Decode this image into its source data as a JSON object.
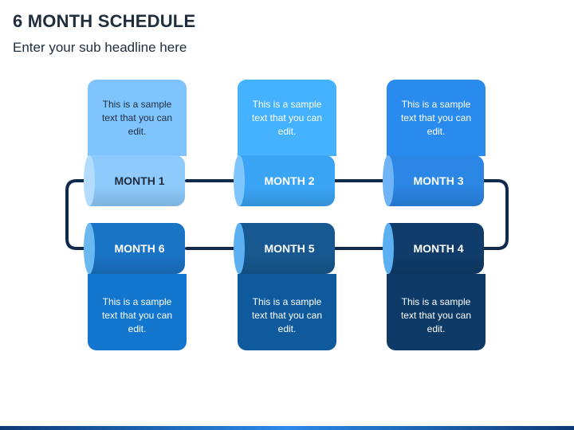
{
  "header": {
    "title": "6 MONTH SCHEDULE",
    "subtitle": "Enter your sub headline here"
  },
  "steps": [
    {
      "month": "MONTH 1",
      "text": "This is a sample text that you can edit.",
      "card_color": "#7fc4fd",
      "cylinder_color": "#8ecbfc",
      "cap_color": "#b4dcff"
    },
    {
      "month": "MONTH 2",
      "text": "This is a sample text that you can edit.",
      "card_color": "#45b2ff",
      "cylinder_color": "#3aa5f5",
      "cap_color": "#7fc6ff"
    },
    {
      "month": "MONTH 3",
      "text": "This is a sample text that you can edit.",
      "card_color": "#2a8bef",
      "cylinder_color": "#2b86e4",
      "cap_color": "#6fb4f6"
    },
    {
      "month": "MONTH 4",
      "text": "This is a sample text that you can edit.",
      "card_color": "#0d3a66",
      "cylinder_color": "#0f3c6a",
      "cap_color": "#5ab0f0"
    },
    {
      "month": "MONTH 5",
      "text": "This is a sample text that you can edit.",
      "card_color": "#0f5a9c",
      "cylinder_color": "#16588f",
      "cap_color": "#5ab0f0"
    },
    {
      "month": "MONTH 6",
      "text": "This is a sample text that you can edit.",
      "card_color": "#1276cf",
      "cylinder_color": "#1a74c6",
      "cap_color": "#6ab8f2"
    }
  ],
  "colors": {
    "connector": "#0f2a4a",
    "title_text": "#1f2d3d"
  }
}
